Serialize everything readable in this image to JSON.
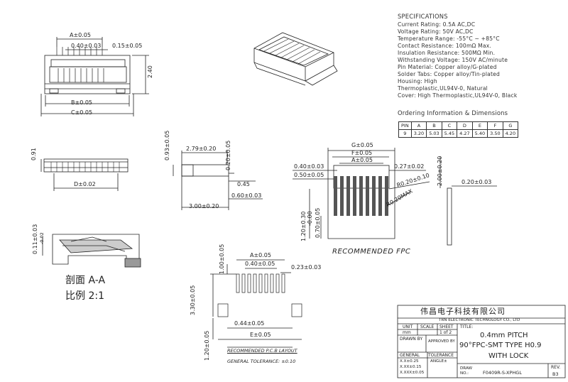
{
  "specifications": {
    "title": "SPECIFICATIONS",
    "lines": [
      "Current Rating: 0.5A AC,DC",
      "Voltage Rating: 50V AC,DC",
      "Temperature Range: -55°C ~ +85°C",
      "Contact Resistance: 100mΩ Max.",
      "Insulation Resistance: 500MΩ Min.",
      "Withstanding Voltage: 150V AC/minute",
      "Pin Material: Copper alloy/G-plated",
      "Solder Tabs: Copper alloy/Tin-plated",
      "Housing: High",
      "Thermoplastic,UL94V-0, Natural",
      "Cover: High Thermoplastic,UL94V-0, Black"
    ]
  },
  "ordering": {
    "title": "Ordering Information & Dimensions",
    "headers": [
      "PIN",
      "A",
      "B",
      "C",
      "D",
      "E",
      "F",
      "G"
    ],
    "row": [
      "9",
      "3.20",
      "5.03",
      "5.45",
      "4.27",
      "5.40",
      "3.50",
      "4.20"
    ]
  },
  "dims": {
    "top_a": "A±0.05",
    "top_pitch": "0.40±0.03",
    "top_width": "0.15±0.05",
    "top_height": "2.40",
    "top_b": "B±0.05",
    "top_c": "C±0.05",
    "front_h": "0.91",
    "front_d": "D±0.02",
    "side_093": "0.93±0.05",
    "side_279": "2.79±0.20",
    "side_020": "0.20±0.05",
    "side_045": "0.45",
    "side_060": "0.60±0.03",
    "side_300": "3.00±0.20",
    "fpc_g": "G±0.05",
    "fpc_f": "F±0.05",
    "fpc_a": "A±0.05",
    "fpc_040": "0.40±0.03",
    "fpc_050": "0.50±0.05",
    "fpc_027": "0.27±0.02",
    "fpc_r020": "R0.20±0.10",
    "fpc_r020max": "R0.20MAX",
    "fpc_120": "1.20±0.30",
    "fpc_000": "-0.00",
    "fpc_070": "0.70±0.05",
    "fpc_200": "2.00±0.20",
    "fpc_thick": "0.20±0.03",
    "section_011": "0.11±0.03",
    "section_002": "-0.02",
    "pcb_100": "1.00±0.05",
    "pcb_a": "A±0.05",
    "pcb_040": "0.40±0.05",
    "pcb_023": "0.23±0.03",
    "pcb_330": "3.30±0.05",
    "pcb_044": "0.44±0.05",
    "pcb_e": "E±0.05",
    "pcb_120": "1.20±0.05"
  },
  "labels": {
    "section": "剖面 A-A",
    "scale": "比例 2:1",
    "fpc_title": "RECOMMENDED FPC",
    "pcb_title": "RECOMMENDED P.C.B LAYOUT",
    "pcb_tol": "GENERAL TOLERANCE: ±0.10"
  },
  "title_block": {
    "company_cn": "伟昌电子科技有限公司",
    "company_en": "TRN ELECTRONIC TECHNOLOGY CO., LTD",
    "unit_label": "UNIT",
    "scale_label": "SCALE",
    "sheet_label": "SHEET",
    "title_label": "TITLE:",
    "unit": "mm",
    "sheet": "1 of 2",
    "drawn_by": "DRAWN BY",
    "approved_by": "APPROVED BY",
    "general": "GENERAL",
    "tolerance": "TOLERANCE",
    "tol1": "X.X±0.25",
    "tol2": "X.XX±0.15",
    "tol3": "X.XXX±0.05",
    "angle": "ANGLE±",
    "title_line1": "0.4mm PITCH",
    "title_line2": "90°FPC-SMT TYPE H0.9",
    "title_line3": "WITH LOCK",
    "draw_no_label": "DRAW NO.:",
    "draw_no": "F0409R-S-XPHGL",
    "rev_label": "REV.",
    "rev": "B3"
  }
}
